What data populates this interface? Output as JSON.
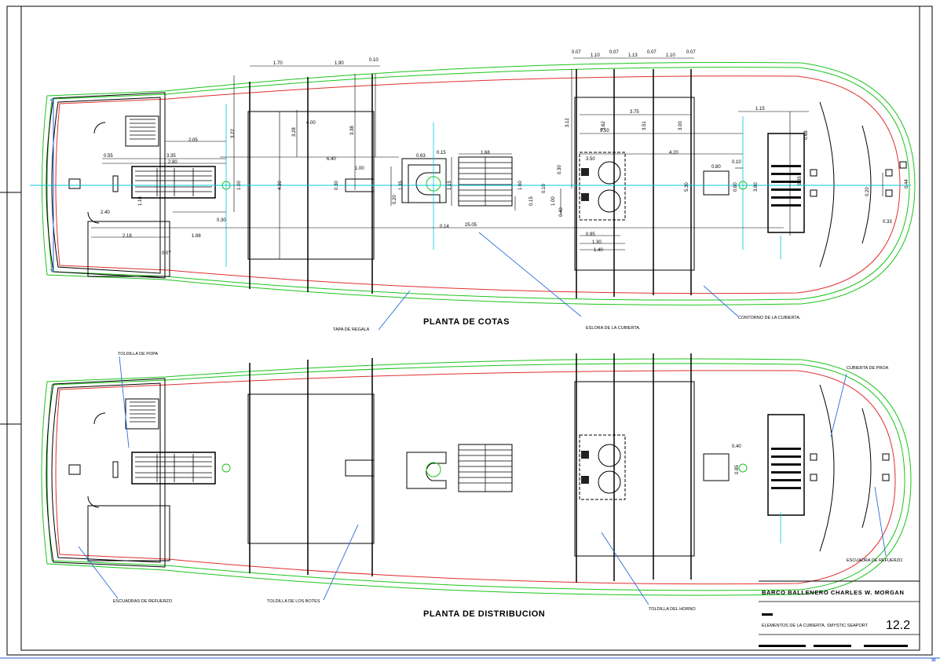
{
  "plans": {
    "top": {
      "title": "PLANTA DE COTAS",
      "notes": [
        "TAPA DE REGALA",
        "ESLORA DE LA CUBIERTA.",
        "CONTORNO DE LA CUBIERTA."
      ]
    },
    "bottom": {
      "title": "PLANTA DE DISTRIBUCION",
      "notes": [
        "TOLDILLA DE POPA",
        "CUBIERTA DE PROA",
        "ESCUADRA DE REFUERZO",
        "ESCUADRAS DE REFUERZO",
        "TOLDILLA DE LOS BOTES",
        "TOLDILLA DEL HORNO"
      ]
    }
  },
  "dimensions": {
    "top_row": [
      "1.70",
      "1.90",
      "0.10",
      "0.07",
      "1.10",
      "0.07",
      "1.13",
      "0.07",
      "1.10",
      "0.07"
    ],
    "labels": [
      "3.22",
      "4.00",
      "3.28",
      "3.38",
      "2.05",
      "0.55",
      "3.35",
      "2.80",
      "6.40",
      "1.00",
      "1.00",
      "4.30",
      "0.30",
      "1.16",
      "2.40",
      "0.30",
      "2.18",
      "1.88",
      "0.07",
      "0.63",
      "0.15",
      "1.35",
      "1.15",
      "0.20",
      "1.68",
      "1.60",
      "0.15",
      "0.10",
      "0.14",
      "25.05",
      "3.12",
      "3.75",
      "9.50",
      "3.62",
      "3.51",
      "3.00",
      "0.30",
      "3.50",
      "1.00",
      "0.40",
      "0.95",
      "1.30",
      "1.40",
      "4.20",
      "0.80",
      "0.10",
      "0.60",
      "3.80",
      "5.30",
      "1.15",
      "0.68",
      "0.35",
      "0.20",
      "0.44",
      "0.33",
      "0.40",
      "0.85"
    ]
  },
  "title_block": {
    "project": "BARCO BALLENERO CHARLES W. MORGAN",
    "sheet_title": "ELEMENTOS DE LA CUBIERTA. SMYSTIC SEAPORT",
    "sheet_number": "12.2"
  },
  "colors": {
    "outline": "#000000",
    "hull_green": "#1cc41c",
    "deck_red": "#e03030",
    "center_cyan": "#00c8e0",
    "inner_blue": "#2a5bd7",
    "leader_blue": "#2a6fdb"
  }
}
